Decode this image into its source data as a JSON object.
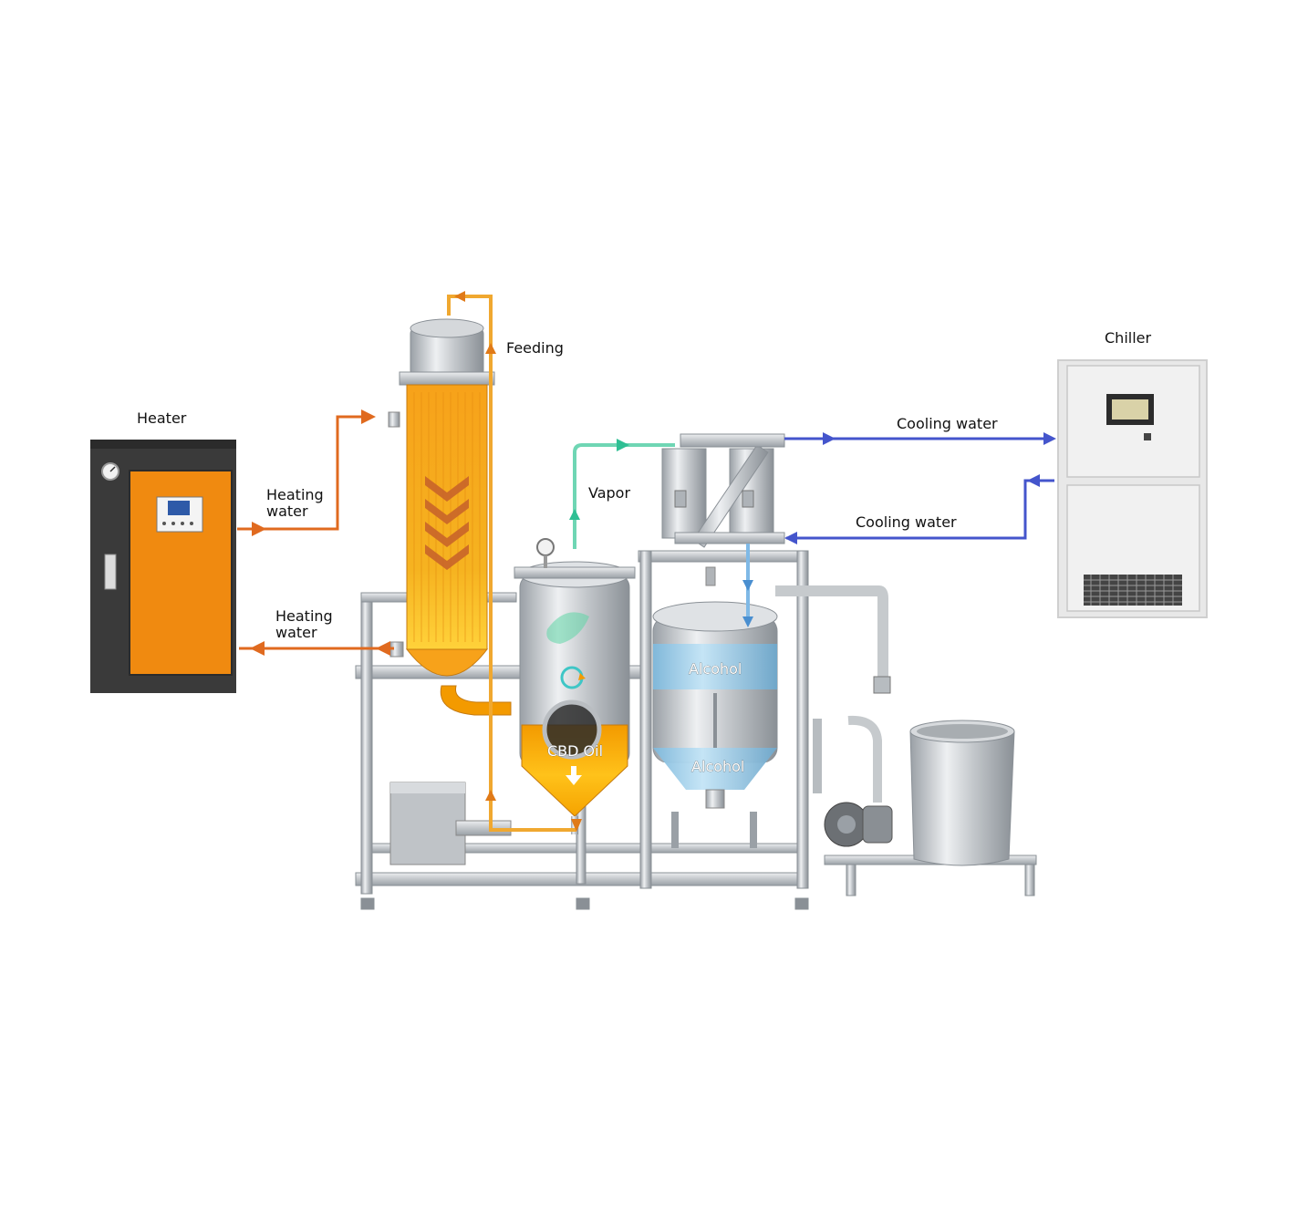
{
  "labels": {
    "heater": "Heater",
    "chiller": "Chiller",
    "feeding": "Feeding",
    "vapor": "Vapor",
    "heating_water_out_1": "Heating",
    "heating_water_out_2": "water",
    "heating_water_return_1": "Heating",
    "heating_water_return_2": "water",
    "cooling_water_out": "Cooling water",
    "cooling_water_return": "Cooling water",
    "alcohol_upper": "Alcohol",
    "alcohol_lower": "Alcohol",
    "cbd_oil": "CBD Oil"
  },
  "colors": {
    "heating_line": "#e06a1f",
    "feeding_line": "#f0a830",
    "vapor_line": "#6fd6b4",
    "cooling_line": "#4455cc",
    "heater_panel": "#f08a10",
    "heater_cabinet": "#3a3a3a",
    "chiller_body": "#e8e8e8",
    "alcohol_fill": "#9fd0ee",
    "cbd_fill": "#f5a300",
    "steel": "#c9ccd0"
  },
  "icons": {
    "heater_gauge": "pressure-gauge-icon",
    "heater_controller": "controller-display-icon",
    "chiller_screen": "touchscreen-icon",
    "chiller_vent": "vent-grille-icon",
    "flow_direction": "chevron-down-icon",
    "drain": "arrow-down-icon"
  }
}
